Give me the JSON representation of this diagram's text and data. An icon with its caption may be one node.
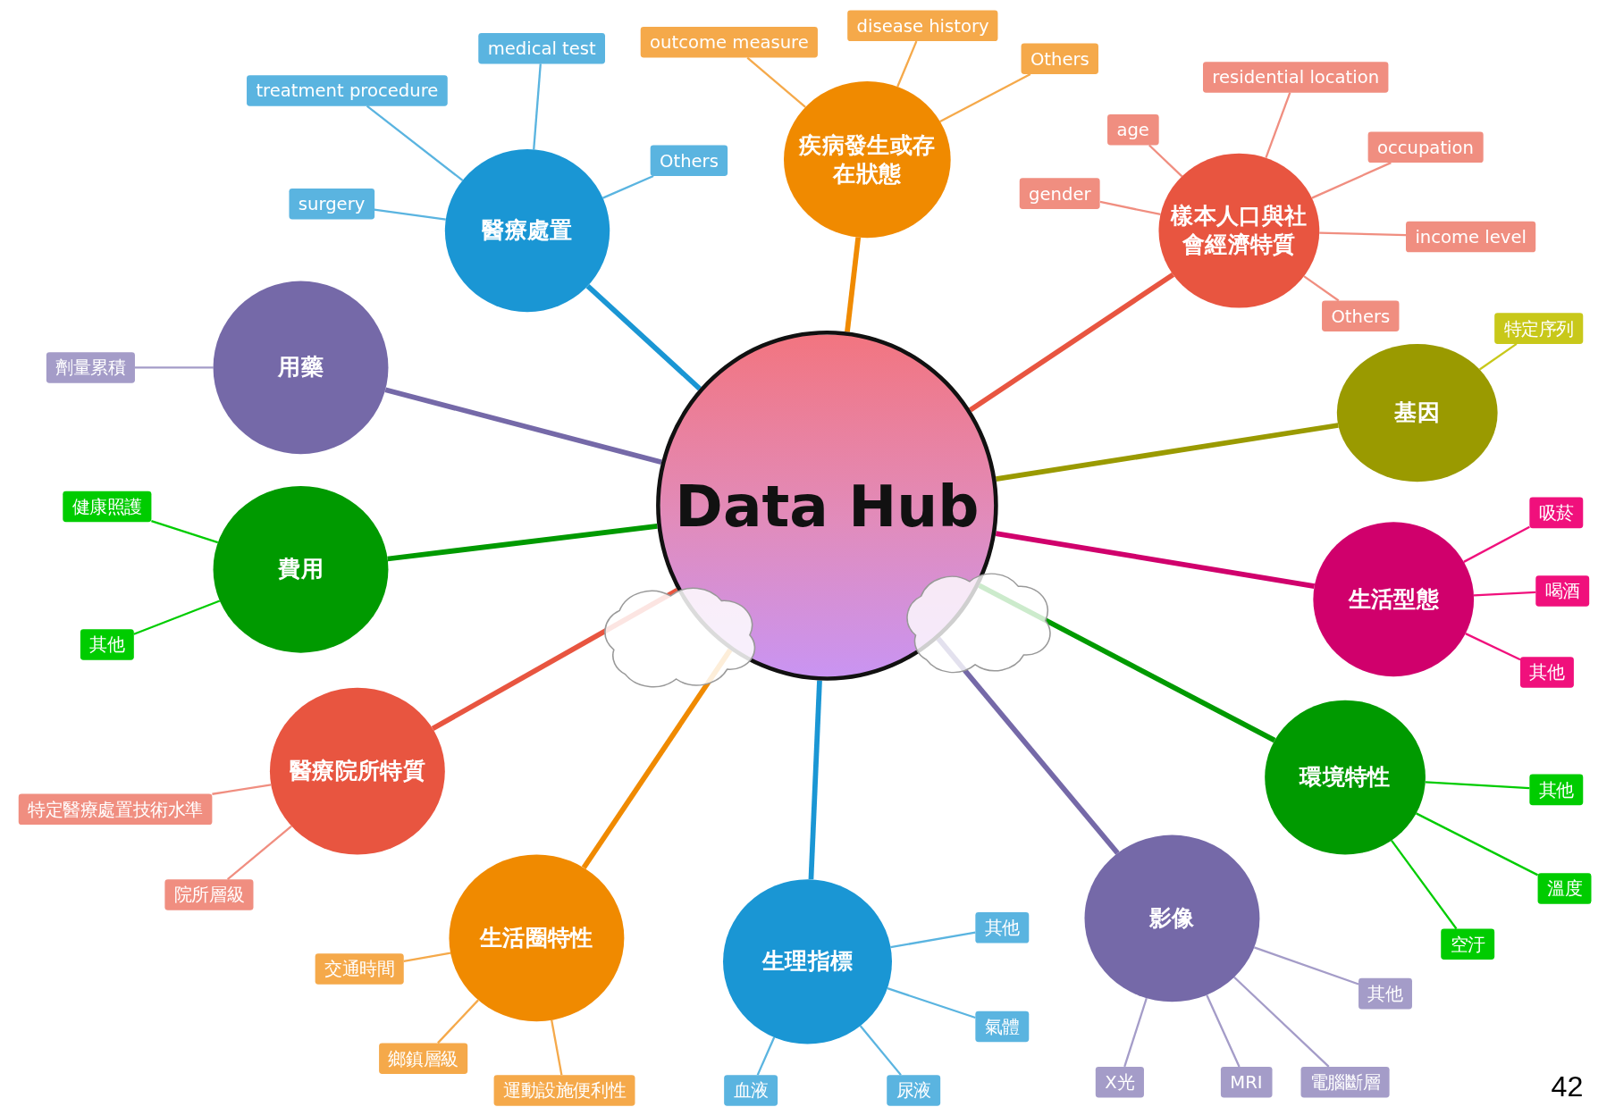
{
  "diagram": {
    "nodes": [
      {
        "text": [
          "Data Hub"
        ]
      },
      {
        "text": [
          "醫療處置"
        ]
      },
      {
        "text": [
          "medical test"
        ]
      },
      {
        "text": [
          "treatment procedure"
        ]
      },
      {
        "text": [
          "surgery"
        ]
      },
      {
        "text": [
          "Others"
        ]
      },
      {
        "text": [
          "疾病發生或存在狀態"
        ]
      },
      {
        "text": [
          "outcome measure"
        ]
      },
      {
        "text": [
          "disease history"
        ]
      },
      {
        "text": [
          "Others"
        ]
      },
      {
        "text": [
          "樣本人口與社會經濟特質"
        ]
      },
      {
        "text": [
          "residential location"
        ]
      },
      {
        "text": [
          "age"
        ]
      },
      {
        "text": [
          "occupation"
        ]
      },
      {
        "text": [
          "gender"
        ]
      },
      {
        "text": [
          "income level"
        ]
      },
      {
        "text": [
          "Others"
        ]
      },
      {
        "text": [
          "用藥"
        ]
      },
      {
        "text": [
          "劑量累積"
        ]
      },
      {
        "text": [
          "基因"
        ]
      },
      {
        "text": [
          "特定序列"
        ]
      },
      {
        "text": [
          "費用"
        ]
      },
      {
        "text": [
          "健康照護"
        ]
      },
      {
        "text": [
          "其他"
        ]
      },
      {
        "text": [
          "生活型態"
        ]
      },
      {
        "text": [
          "吸菸"
        ]
      },
      {
        "text": [
          "喝酒"
        ]
      },
      {
        "text": [
          "其他"
        ]
      },
      {
        "text": [
          "醫療院所特質"
        ]
      },
      {
        "text": [
          "特定醫療處置技術水準"
        ]
      },
      {
        "text": [
          "院所層級"
        ]
      },
      {
        "text": [
          "環境特性"
        ]
      },
      {
        "text": [
          "其他"
        ]
      },
      {
        "text": [
          "溫度"
        ]
      },
      {
        "text": [
          "空汙"
        ]
      },
      {
        "text": [
          "生活圈特性"
        ]
      },
      {
        "text": [
          "交通時間"
        ]
      },
      {
        "text": [
          "鄉鎮層級"
        ]
      },
      {
        "text": [
          "運動設施便利性"
        ]
      },
      {
        "text": [
          "生理指標"
        ]
      },
      {
        "text": [
          "其他"
        ]
      },
      {
        "text": [
          "氣體"
        ]
      },
      {
        "text": [
          "血液"
        ]
      },
      {
        "text": [
          "尿液"
        ]
      },
      {
        "text": [
          "影像"
        ]
      },
      {
        "text": [
          "其他"
        ]
      },
      {
        "text": [
          "X光"
        ]
      },
      {
        "text": [
          "MRI"
        ]
      },
      {
        "text": [
          "電腦斷層"
        ]
      }
    ],
    "edges": [
      {
        "from": 0,
        "to": 1,
        "arrow": "none",
        "style": "thick",
        "color": "#1a96d4"
      },
      {
        "from": 1,
        "to": 2,
        "arrow": "none",
        "color": "#5ab4e0"
      },
      {
        "from": 1,
        "to": 3,
        "arrow": "none",
        "color": "#5ab4e0"
      },
      {
        "from": 1,
        "to": 4,
        "arrow": "none",
        "color": "#5ab4e0"
      },
      {
        "from": 1,
        "to": 5,
        "arrow": "none",
        "color": "#5ab4e0"
      },
      {
        "from": 0,
        "to": 6,
        "arrow": "none",
        "style": "thick",
        "color": "#f08a00"
      },
      {
        "from": 6,
        "to": 7,
        "arrow": "none",
        "color": "#f5a94a"
      },
      {
        "from": 6,
        "to": 8,
        "arrow": "none",
        "color": "#f5a94a"
      },
      {
        "from": 6,
        "to": 9,
        "arrow": "none",
        "color": "#f5a94a"
      },
      {
        "from": 0,
        "to": 10,
        "arrow": "none",
        "style": "thick",
        "color": "#e85540"
      },
      {
        "from": 10,
        "to": 11,
        "arrow": "none",
        "color": "#f08e80"
      },
      {
        "from": 10,
        "to": 12,
        "arrow": "none",
        "color": "#f08e80"
      },
      {
        "from": 10,
        "to": 13,
        "arrow": "none",
        "color": "#f08e80"
      },
      {
        "from": 10,
        "to": 14,
        "arrow": "none",
        "color": "#f08e80"
      },
      {
        "from": 10,
        "to": 15,
        "arrow": "none",
        "color": "#f08e80"
      },
      {
        "from": 10,
        "to": 16,
        "arrow": "none",
        "color": "#f08e80"
      },
      {
        "from": 0,
        "to": 17,
        "arrow": "none",
        "style": "thick",
        "color": "#7569a8"
      },
      {
        "from": 17,
        "to": 18,
        "arrow": "none",
        "color": "#a49cc8"
      },
      {
        "from": 0,
        "to": 19,
        "arrow": "none",
        "style": "thick",
        "color": "#9a9a00"
      },
      {
        "from": 19,
        "to": 20,
        "arrow": "none",
        "color": "#c8c81a"
      },
      {
        "from": 0,
        "to": 21,
        "arrow": "none",
        "style": "thick",
        "color": "#009a00"
      },
      {
        "from": 21,
        "to": 22,
        "arrow": "none",
        "color": "#00cc00"
      },
      {
        "from": 21,
        "to": 23,
        "arrow": "none",
        "color": "#00cc00"
      },
      {
        "from": 0,
        "to": 24,
        "arrow": "none",
        "style": "thick",
        "color": "#d0006c"
      },
      {
        "from": 24,
        "to": 25,
        "arrow": "none",
        "color": "#f0107c"
      },
      {
        "from": 24,
        "to": 26,
        "arrow": "none",
        "color": "#f0107c"
      },
      {
        "from": 24,
        "to": 27,
        "arrow": "none",
        "color": "#f0107c"
      },
      {
        "from": 0,
        "to": 28,
        "arrow": "none",
        "style": "thick",
        "color": "#e85540"
      },
      {
        "from": 28,
        "to": 29,
        "arrow": "none",
        "color": "#f08e80"
      },
      {
        "from": 28,
        "to": 30,
        "arrow": "none",
        "color": "#f08e80"
      },
      {
        "from": 0,
        "to": 31,
        "arrow": "none",
        "style": "thick",
        "color": "#009a00"
      },
      {
        "from": 31,
        "to": 32,
        "arrow": "none",
        "color": "#00cc00"
      },
      {
        "from": 31,
        "to": 33,
        "arrow": "none",
        "color": "#00cc00"
      },
      {
        "from": 31,
        "to": 34,
        "arrow": "none",
        "color": "#00cc00"
      },
      {
        "from": 0,
        "to": 35,
        "arrow": "none",
        "style": "thick",
        "color": "#f08a00"
      },
      {
        "from": 35,
        "to": 36,
        "arrow": "none",
        "color": "#f5a94a"
      },
      {
        "from": 35,
        "to": 37,
        "arrow": "none",
        "color": "#f5a94a"
      },
      {
        "from": 35,
        "to": 38,
        "arrow": "none",
        "color": "#f5a94a"
      },
      {
        "from": 0,
        "to": 39,
        "arrow": "none",
        "style": "thick",
        "color": "#1a96d4"
      },
      {
        "from": 39,
        "to": 40,
        "arrow": "none",
        "color": "#5ab4e0"
      },
      {
        "from": 39,
        "to": 41,
        "arrow": "none",
        "color": "#5ab4e0"
      },
      {
        "from": 39,
        "to": 42,
        "arrow": "none",
        "color": "#5ab4e0"
      },
      {
        "from": 39,
        "to": 43,
        "arrow": "none",
        "color": "#5ab4e0"
      },
      {
        "from": 0,
        "to": 44,
        "arrow": "none",
        "style": "thick",
        "color": "#7569a8"
      },
      {
        "from": 44,
        "to": 45,
        "arrow": "none",
        "color": "#a49cc8"
      },
      {
        "from": 44,
        "to": 46,
        "arrow": "none",
        "color": "#a49cc8"
      },
      {
        "from": 44,
        "to": 47,
        "arrow": "none",
        "color": "#a49cc8"
      },
      {
        "from": 44,
        "to": 48,
        "arrow": "none",
        "color": "#a49cc8"
      }
    ],
    "labels": [
      "42"
    ]
  }
}
